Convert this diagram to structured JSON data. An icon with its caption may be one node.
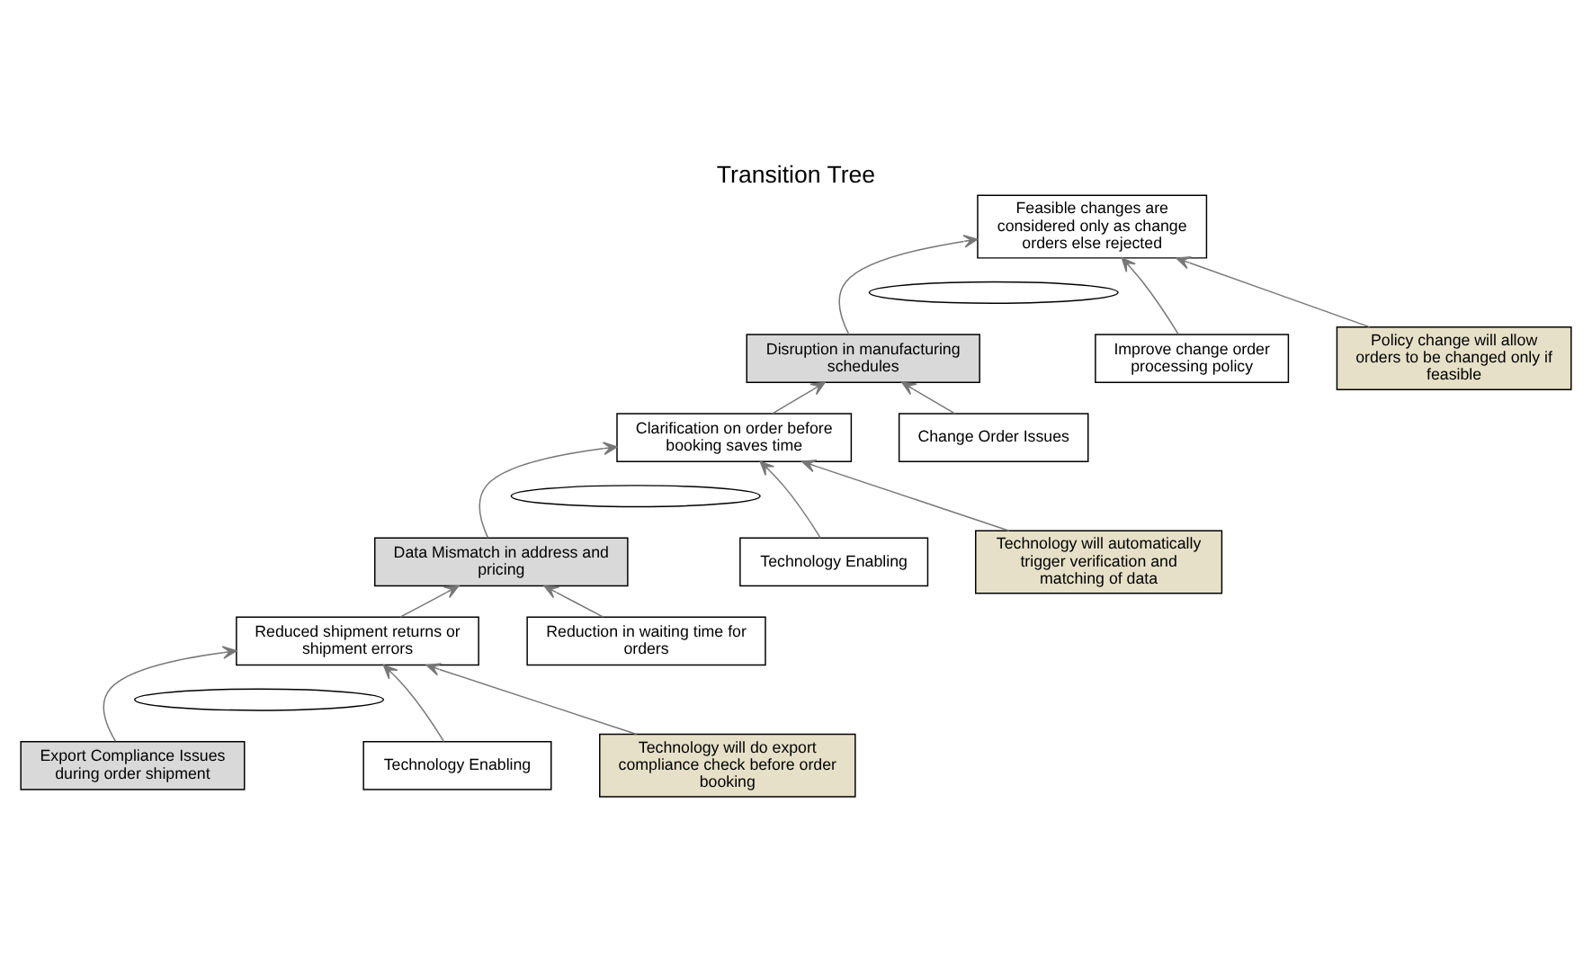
{
  "diagram": {
    "title": "Transition Tree",
    "nodes": [
      {
        "text": [
          "Feasible changes are considered only as change orders else rejected"
        ]
      },
      {
        "text": [],
        "shape": "ellipse"
      },
      {
        "text": [
          "Improve change order processing policy"
        ]
      },
      {
        "text": [
          "Disruption in manufacturing schedules"
        ]
      },
      {
        "text": [
          "Policy change will allow orders to be changed only if feasible"
        ]
      },
      {
        "text": [
          "Clarification on order before booking saves time"
        ]
      },
      {
        "text": [
          "Change Order Issues"
        ]
      },
      {
        "text": [],
        "shape": "ellipse"
      },
      {
        "text": [
          "Technology Enabling"
        ]
      },
      {
        "text": [
          "Data Mismatch in address and pricing"
        ]
      },
      {
        "text": [
          "Technology will automatically trigger verification and matching of data"
        ]
      },
      {
        "text": [
          "Reduced shipment returns or shipment errors"
        ]
      },
      {
        "text": [
          "Reduction in waiting time for orders"
        ]
      },
      {
        "text": [],
        "shape": "ellipse"
      },
      {
        "text": [
          "Technology Enabling"
        ]
      },
      {
        "text": [
          "Export Compliance Issues during order shipment"
        ]
      },
      {
        "text": [
          "Technology will do export compliance check before order booking"
        ]
      }
    ],
    "edges": [
      {
        "from": 2,
        "to": 0,
        "arrow": "to"
      },
      {
        "from": 3,
        "to": 0,
        "arrow": "to"
      },
      {
        "from": 4,
        "to": 0,
        "arrow": "to"
      },
      {
        "from": 5,
        "to": 3,
        "arrow": "to"
      },
      {
        "from": 6,
        "to": 3,
        "arrow": "to"
      },
      {
        "from": 8,
        "to": 5,
        "arrow": "to"
      },
      {
        "from": 9,
        "to": 5,
        "arrow": "to"
      },
      {
        "from": 10,
        "to": 5,
        "arrow": "to"
      },
      {
        "from": 11,
        "to": 9,
        "arrow": "to"
      },
      {
        "from": 12,
        "to": 9,
        "arrow": "to"
      },
      {
        "from": 14,
        "to": 11,
        "arrow": "to"
      },
      {
        "from": 15,
        "to": 11,
        "arrow": "to"
      },
      {
        "from": 16,
        "to": 11,
        "arrow": "to"
      }
    ]
  }
}
